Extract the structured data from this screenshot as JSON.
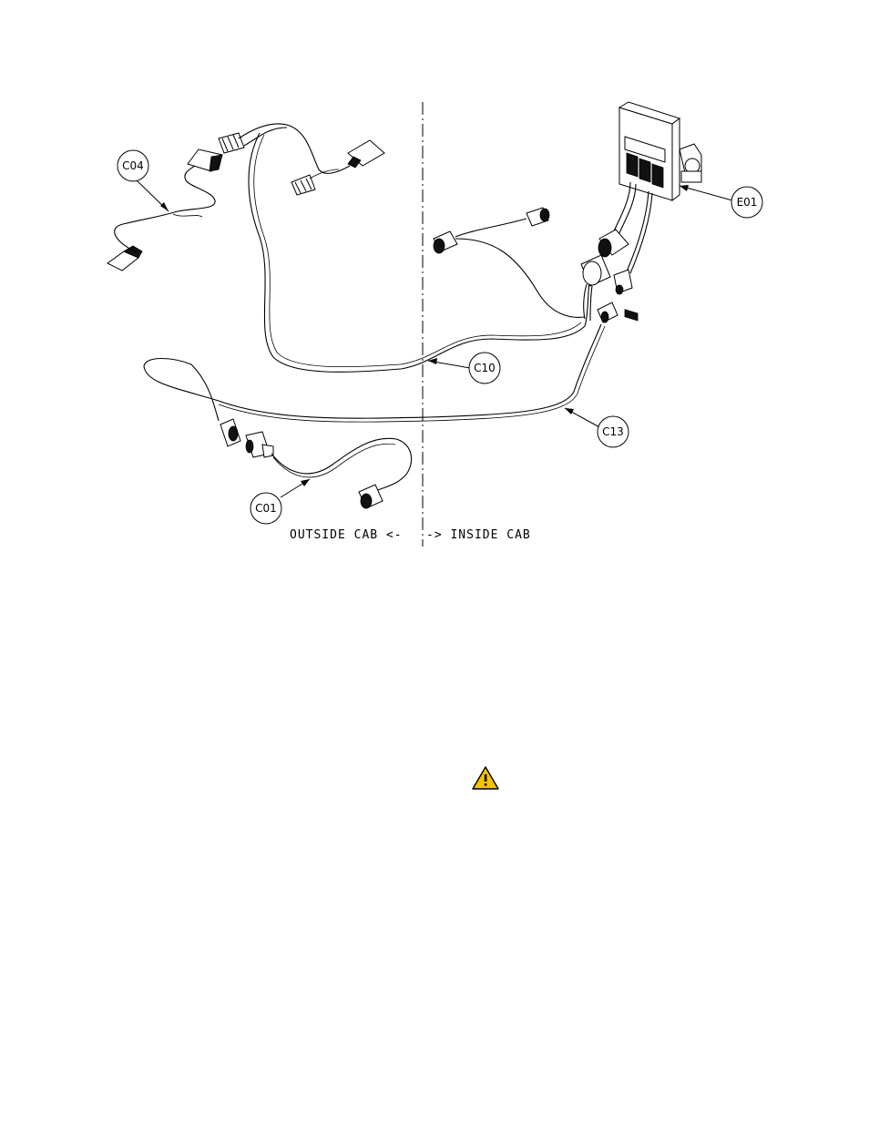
{
  "callouts": {
    "c04": "C04",
    "c10": "C10",
    "c13": "C13",
    "e01": "E01",
    "c01": "C01"
  },
  "cab_label": {
    "outside": "OUTSIDE CAB <-",
    "inside": "-> INSIDE CAB"
  },
  "icons": {
    "warning": "warning-triangle-icon"
  },
  "colors": {
    "warning_fill": "#f5c400",
    "line": "#000000"
  }
}
